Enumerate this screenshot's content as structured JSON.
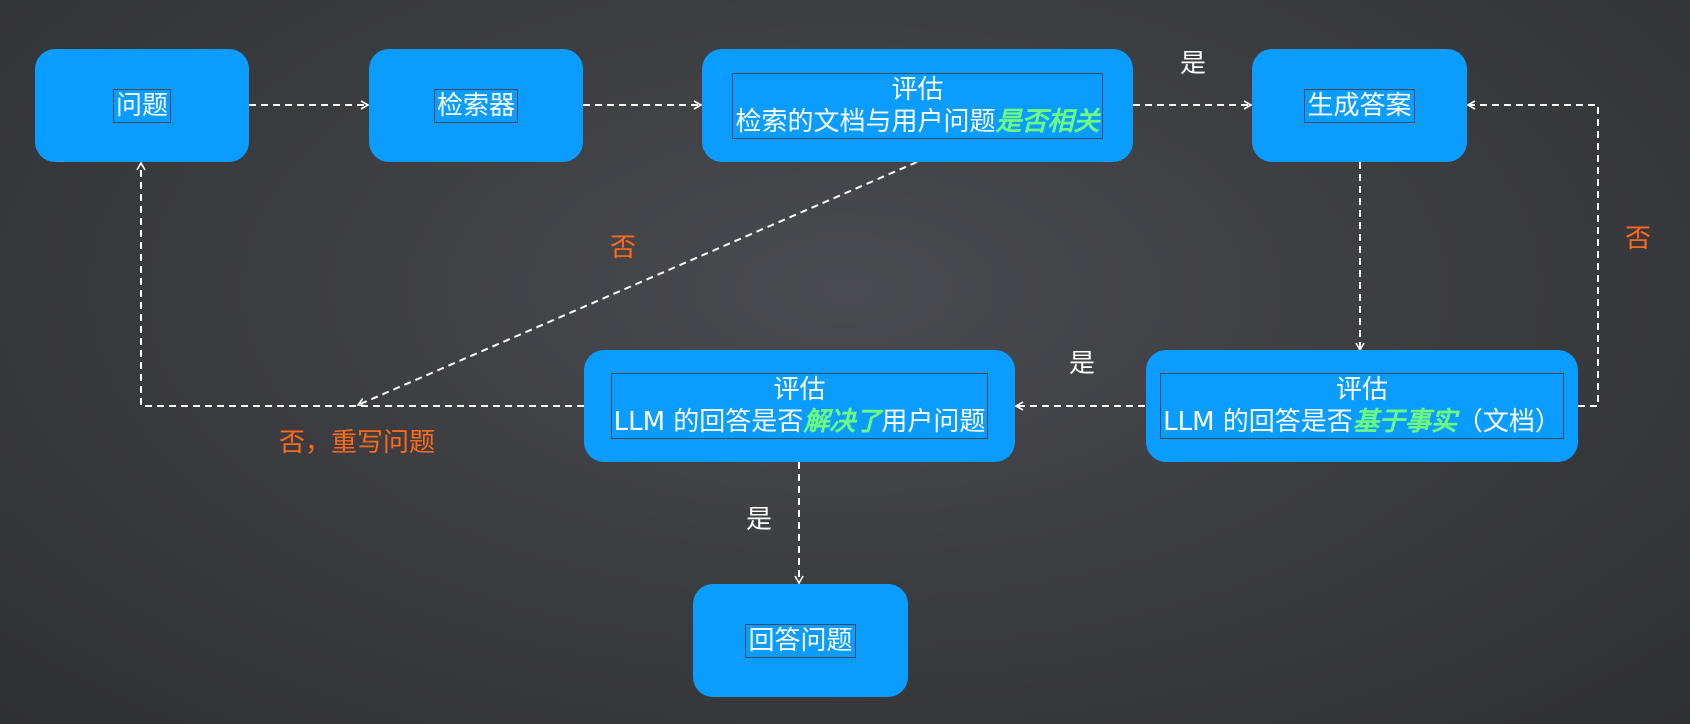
{
  "nodes": {
    "question": {
      "text": "问题"
    },
    "retriever": {
      "text": "检索器"
    },
    "eval_relevance": {
      "title": "评估",
      "line_prefix": "检索的文档与用户问题",
      "line_highlight": "是否相关"
    },
    "generate": {
      "text": "生成答案"
    },
    "eval_grounded": {
      "title": "评估",
      "line_prefix": "LLM 的回答是否",
      "line_highlight": "基于事实",
      "line_suffix": "（文档）"
    },
    "eval_resolved": {
      "title": "评估",
      "line_prefix": "LLM 的回答是否",
      "line_highlight": "解决了",
      "line_suffix": "用户问题"
    },
    "answer": {
      "text": "回答问题"
    }
  },
  "edge_labels": {
    "relevant_yes": "是",
    "relevant_no": "否",
    "grounded_no": "否",
    "grounded_yes": "是",
    "resolved_yes": "是",
    "resolved_no_rewrite": "否，重写问题"
  },
  "colors": {
    "node_fill": "#0a9dff",
    "highlight": "#6dfc7e",
    "label_no": "#ff6a1a",
    "edge": "#ffffff"
  }
}
